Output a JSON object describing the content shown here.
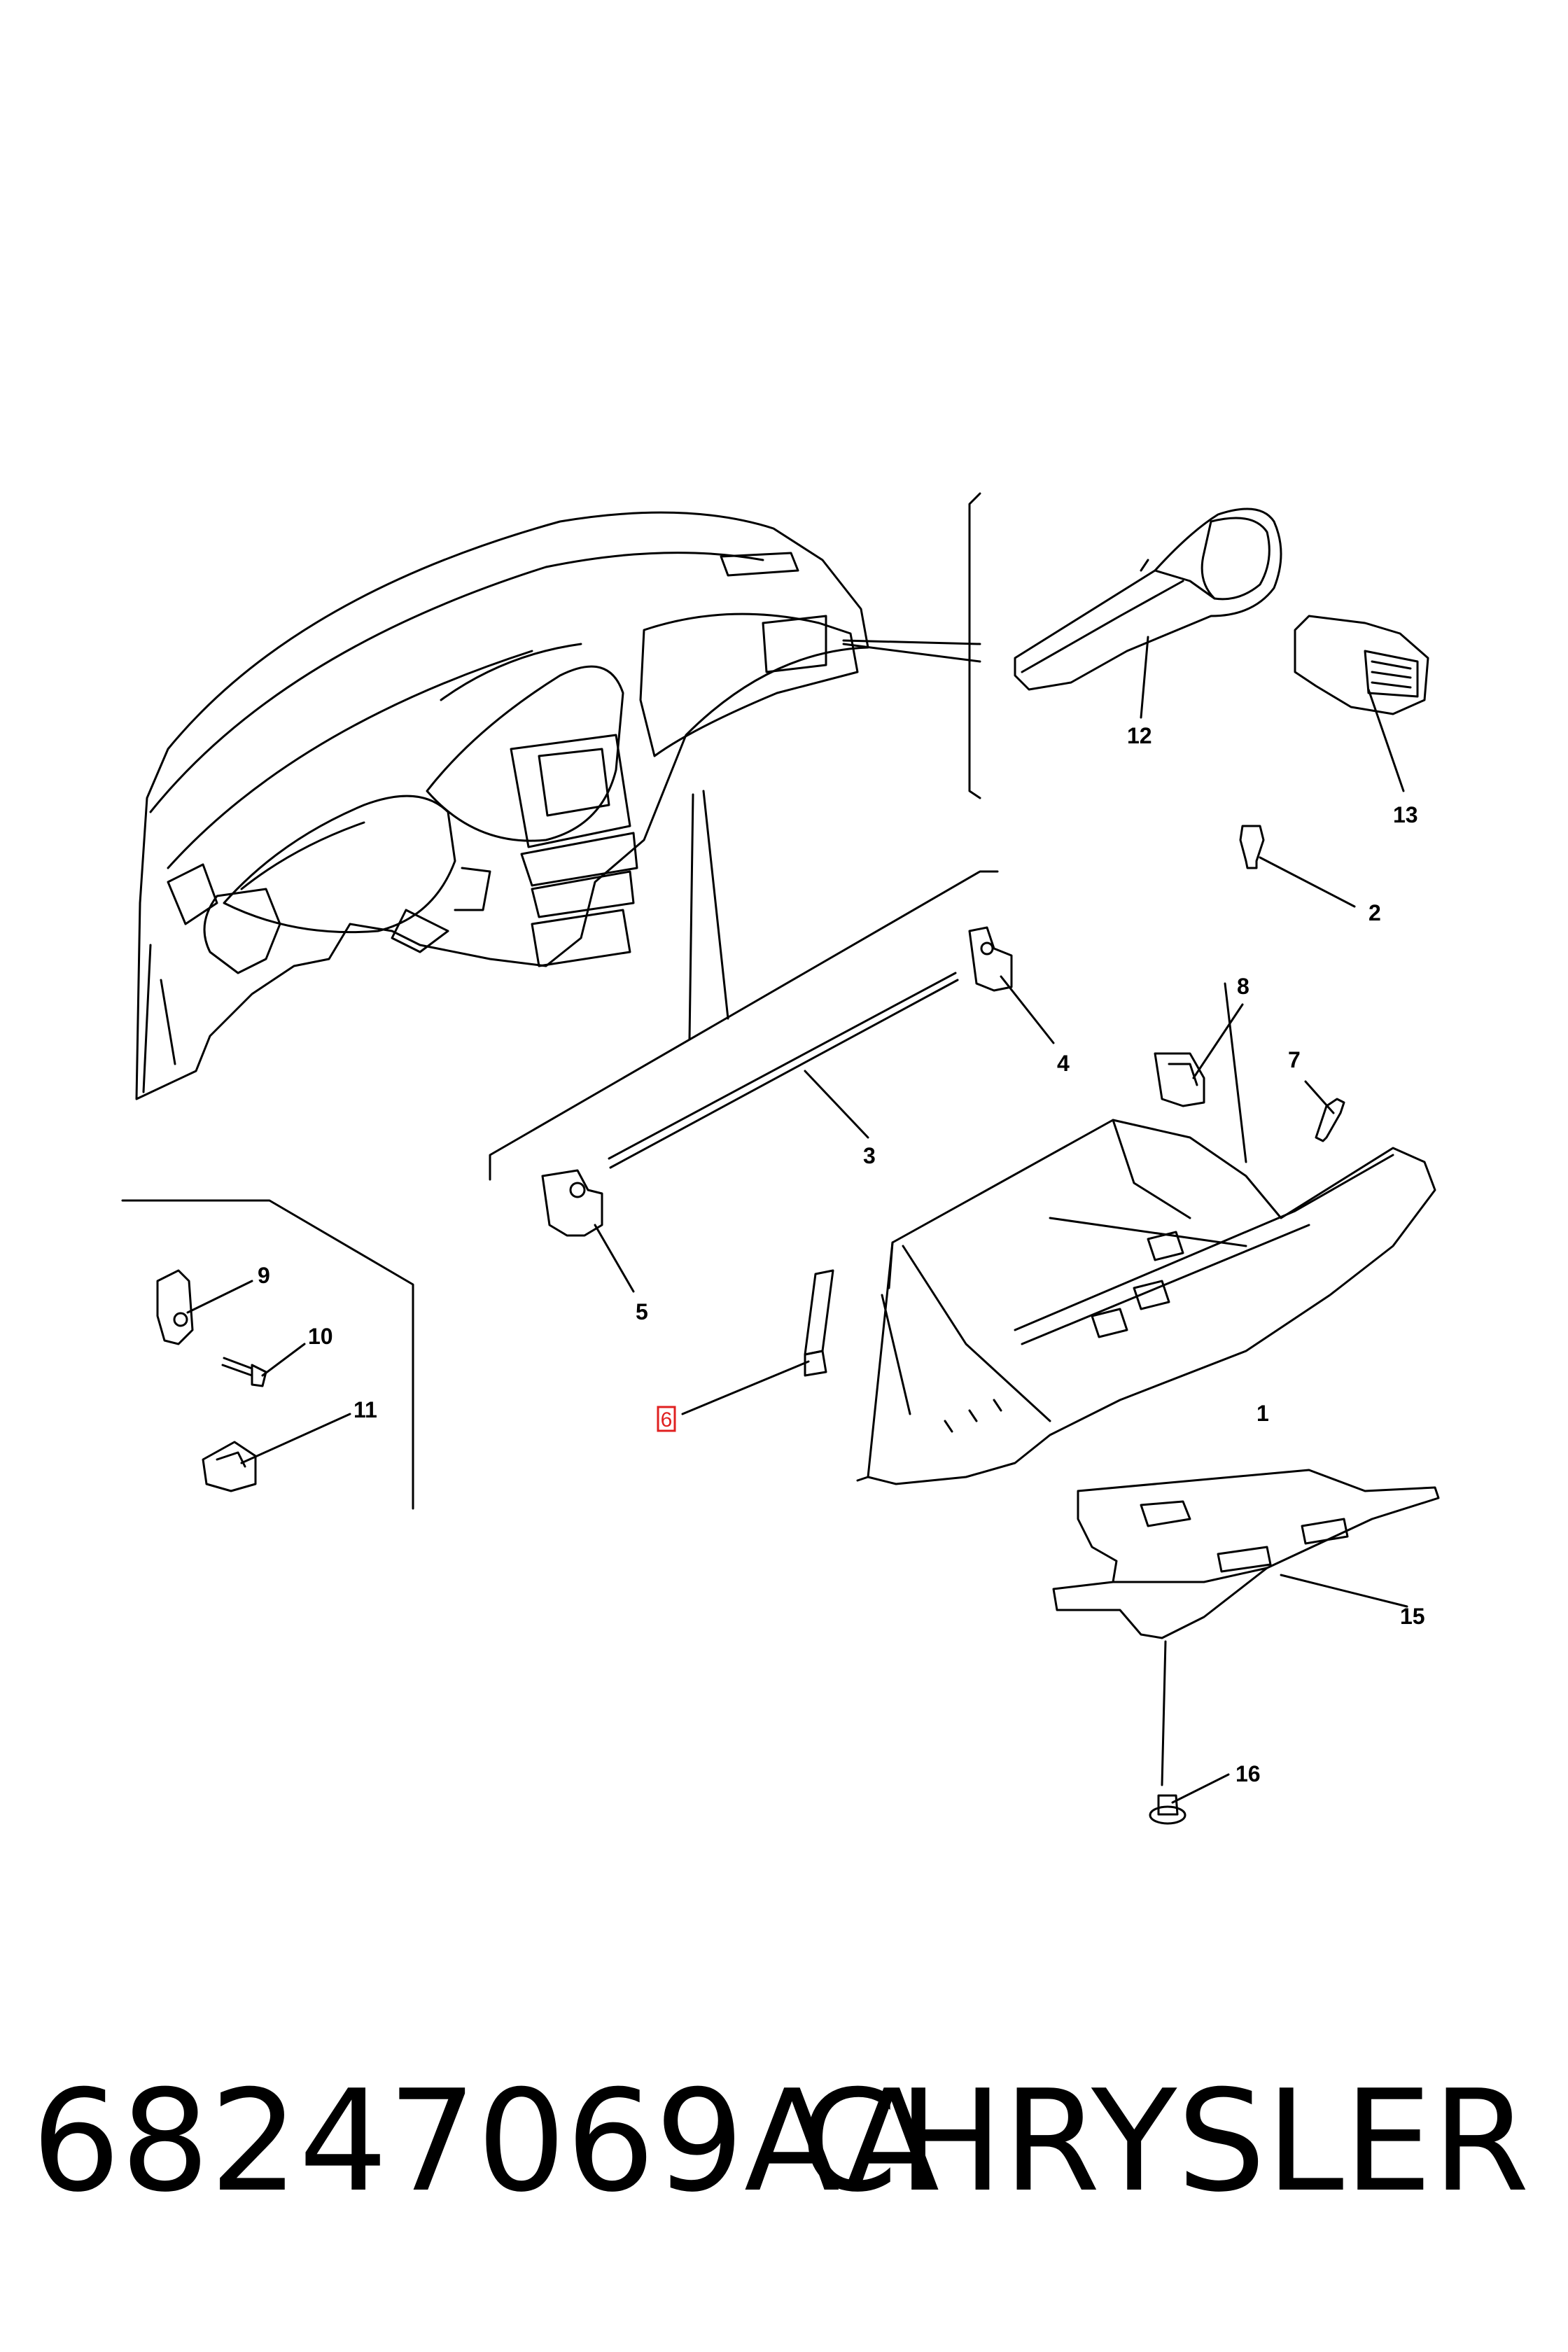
{
  "callouts": {
    "c1": "1",
    "c2": "2",
    "c3": "3",
    "c4": "4",
    "c5": "5",
    "c6": "6",
    "c7": "7",
    "c8": "8",
    "c9": "9",
    "c10": "10",
    "c11": "11",
    "c12": "12",
    "c13": "13",
    "c15": "15",
    "c16": "16"
  },
  "highlighted_callout": "6",
  "footer": {
    "part_number": "68247069AA",
    "brand": "CHRYSLER"
  },
  "colors": {
    "line": "#000000",
    "highlight": "#e02020",
    "background": "#ffffff"
  }
}
